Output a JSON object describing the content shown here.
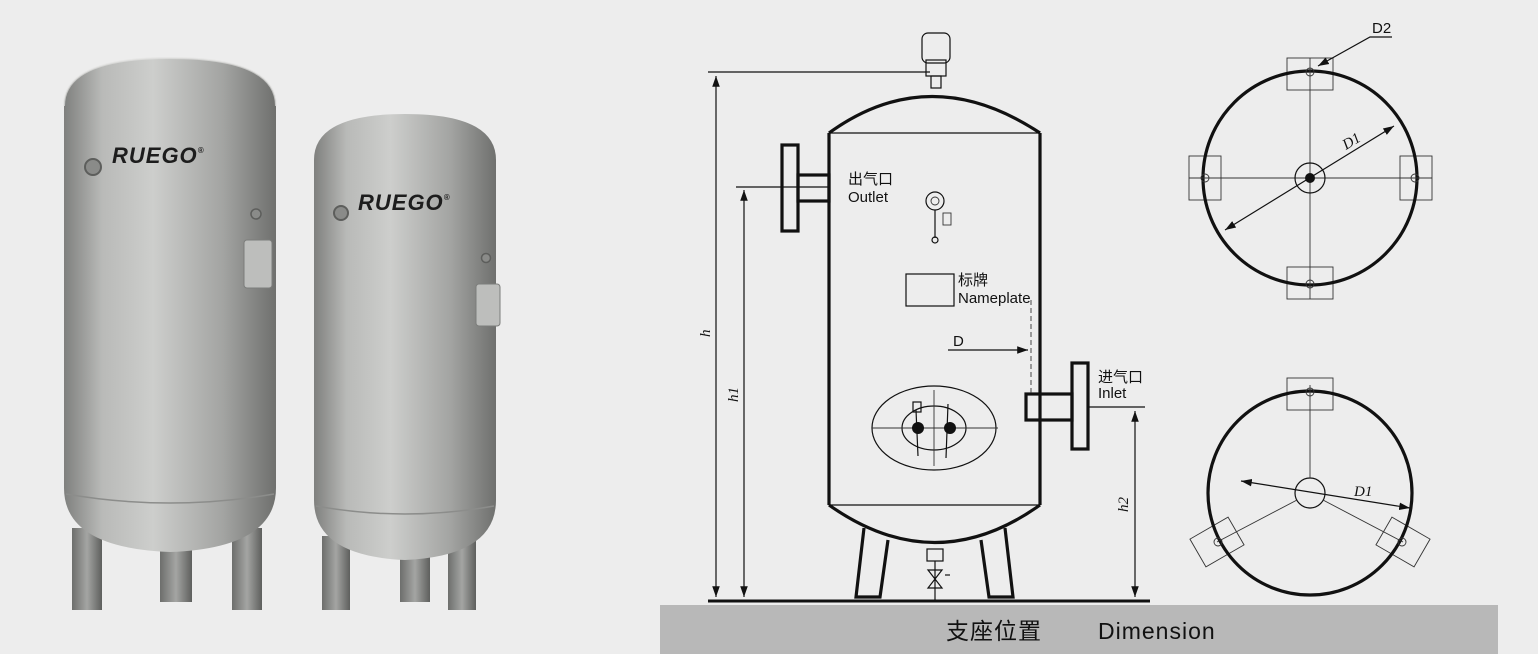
{
  "brand": {
    "logo_text": "RUEGO",
    "trademark": "®"
  },
  "labels": {
    "outlet_cn": "出气口",
    "outlet_en": "Outlet",
    "inlet_cn": "进气口",
    "inlet_en": "Inlet",
    "nameplate_cn": "标牌",
    "nameplate_en": "Nameplate",
    "dim_D": "D",
    "dim_h": "h",
    "dim_h1": "h1",
    "dim_h2": "h2",
    "dim_D1_top": "D1",
    "dim_D2": "D2",
    "dim_D1_bottom": "D1"
  },
  "banner": {
    "cn": "支座位置",
    "en": "Dimension"
  },
  "colors": {
    "background": "#ededed",
    "tank_body": "#a9aaa8",
    "banner": "#b8b8b8",
    "line": "#111111"
  }
}
